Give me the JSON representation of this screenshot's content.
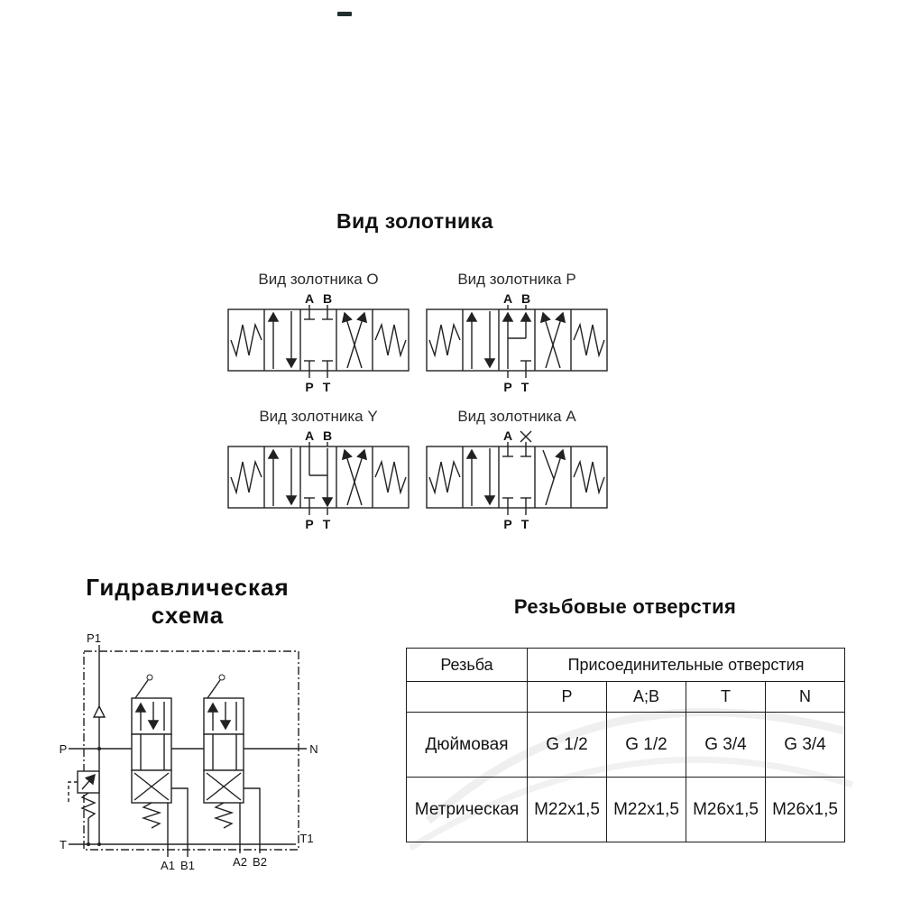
{
  "spool_view": {
    "title": "Вид золотника",
    "valves": [
      {
        "label": "Вид золотника O",
        "port_a": "A",
        "port_b": "B",
        "port_p": "P",
        "port_t": "T"
      },
      {
        "label": "Вид золотника P",
        "port_a": "A",
        "port_b": "B",
        "port_p": "P",
        "port_t": "T"
      },
      {
        "label": "Вид золотника Y",
        "port_a": "A",
        "port_b": "B",
        "port_p": "P",
        "port_t": "T"
      },
      {
        "label": "Вид золотника A",
        "port_a": "A",
        "port_p": "P",
        "port_t": "T"
      }
    ]
  },
  "hydraulic_scheme": {
    "title_line1": "Гидравлическая",
    "title_line2": "схема",
    "ports": {
      "p1": "P1",
      "p": "P",
      "n": "N",
      "t": "T",
      "t1": "T1",
      "a1": "A1",
      "b1": "B1",
      "a2": "A2",
      "b2": "B2"
    }
  },
  "thread_table": {
    "title": "Резьбовые отверстия",
    "col_thread": "Резьба",
    "col_group": "Присоединительные отверстия",
    "sub_columns": [
      "P",
      "A;B",
      "T",
      "N"
    ],
    "rows": [
      {
        "label": "Дюймовая",
        "values": [
          "G 1/2",
          "G 1/2",
          "G 3/4",
          "G 3/4"
        ]
      },
      {
        "label": "Метрическая",
        "values": [
          "M22x1,5",
          "M22x1,5",
          "M26x1,5",
          "M26x1,5"
        ]
      }
    ]
  }
}
